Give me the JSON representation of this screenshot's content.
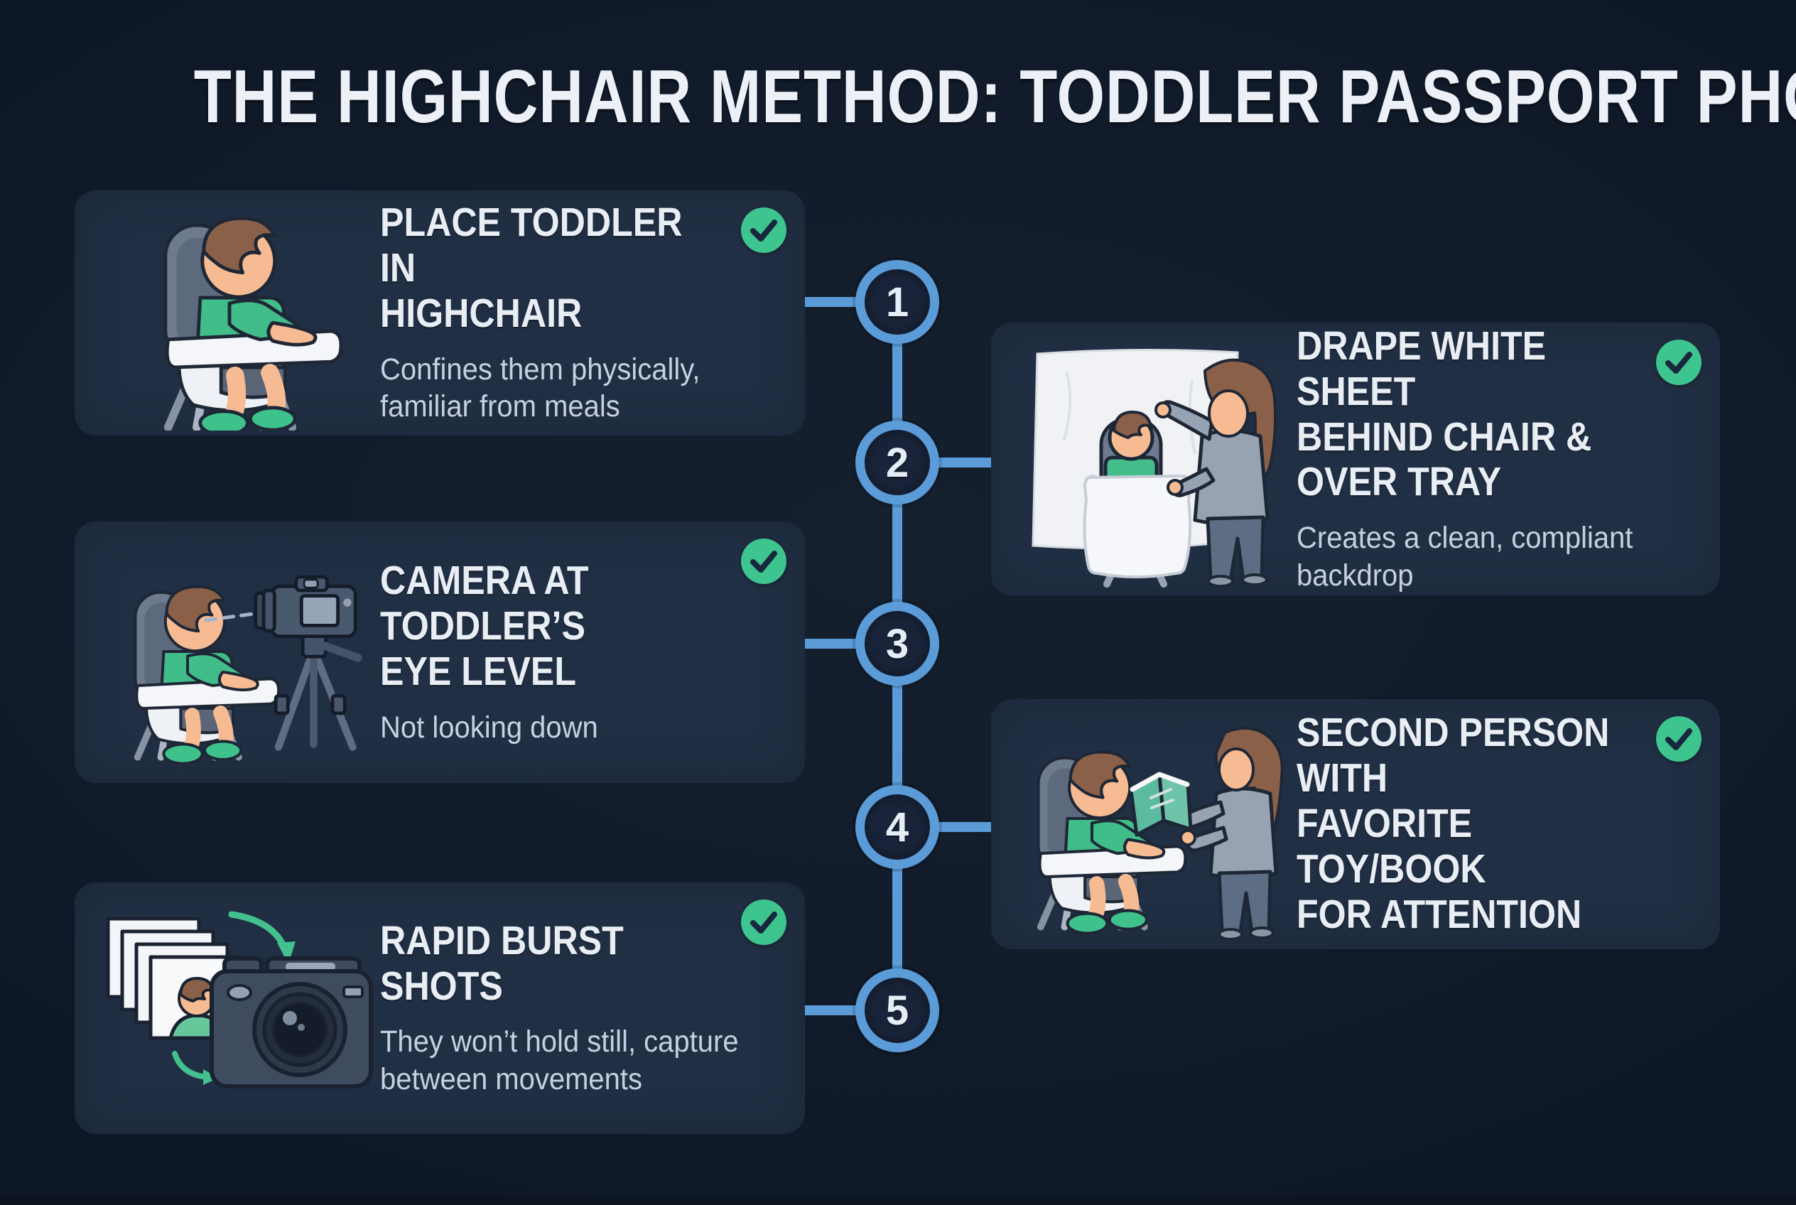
{
  "title": "THE HIGHCHAIR METHOD: TODDLER PASSPORT PHOTOS",
  "steps": [
    {
      "number": "1",
      "title": "PLACE TODDLER IN\nHIGHCHAIR",
      "subtitle": "Confines them physically,\nfamiliar from meals",
      "side": "left",
      "illustration": "toddler-in-highchair",
      "status_icon": "check-icon",
      "completed": true
    },
    {
      "number": "2",
      "title": "DRAPE WHITE SHEET\nBEHIND CHAIR &\nOVER TRAY",
      "subtitle": "Creates a clean, compliant\nbackdrop",
      "side": "right",
      "illustration": "parent-draping-white-sheet",
      "status_icon": "check-icon",
      "completed": true
    },
    {
      "number": "3",
      "title": "CAMERA AT TODDLER’S\nEYE LEVEL",
      "subtitle": "Not looking down",
      "side": "left",
      "illustration": "camera-at-toddler-eye-level",
      "status_icon": "check-icon",
      "completed": true
    },
    {
      "number": "4",
      "title": "SECOND PERSON WITH\nFAVORITE TOY/BOOK\nFOR ATTENTION",
      "subtitle": "",
      "side": "right",
      "illustration": "second-person-with-book",
      "status_icon": "check-icon",
      "completed": true
    },
    {
      "number": "5",
      "title": "RAPID BURST SHOTS",
      "subtitle": "They won’t hold still, capture\nbetween movements",
      "side": "left",
      "illustration": "burst-photos-and-camera",
      "status_icon": "check-icon",
      "completed": true
    }
  ],
  "colors": {
    "background": "#121c2b",
    "card_background": "#212f44",
    "timeline_blue": "#5b9bd8",
    "check_green": "#3ec48e",
    "title_text": "#edf1f7",
    "subtitle_text": "#c6d1df"
  }
}
